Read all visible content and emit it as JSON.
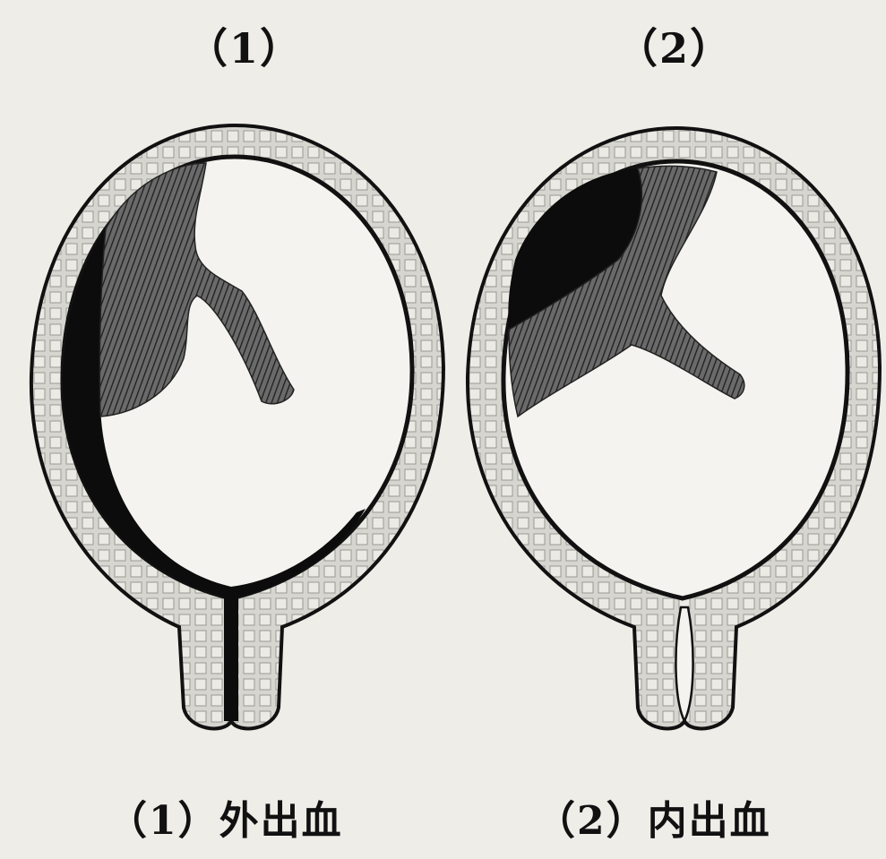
{
  "figures": [
    {
      "number_label": "（1）",
      "caption": "（1）外出血"
    },
    {
      "number_label": "（2）",
      "caption": "（2）内出血"
    }
  ],
  "colors": {
    "background": "#eeede8",
    "ink": "#111111",
    "wall_fill": "#d9d8d2",
    "cavity_fill": "#f4f3ef",
    "hatch": "#3a3a3a",
    "blood": "#0c0c0c"
  }
}
